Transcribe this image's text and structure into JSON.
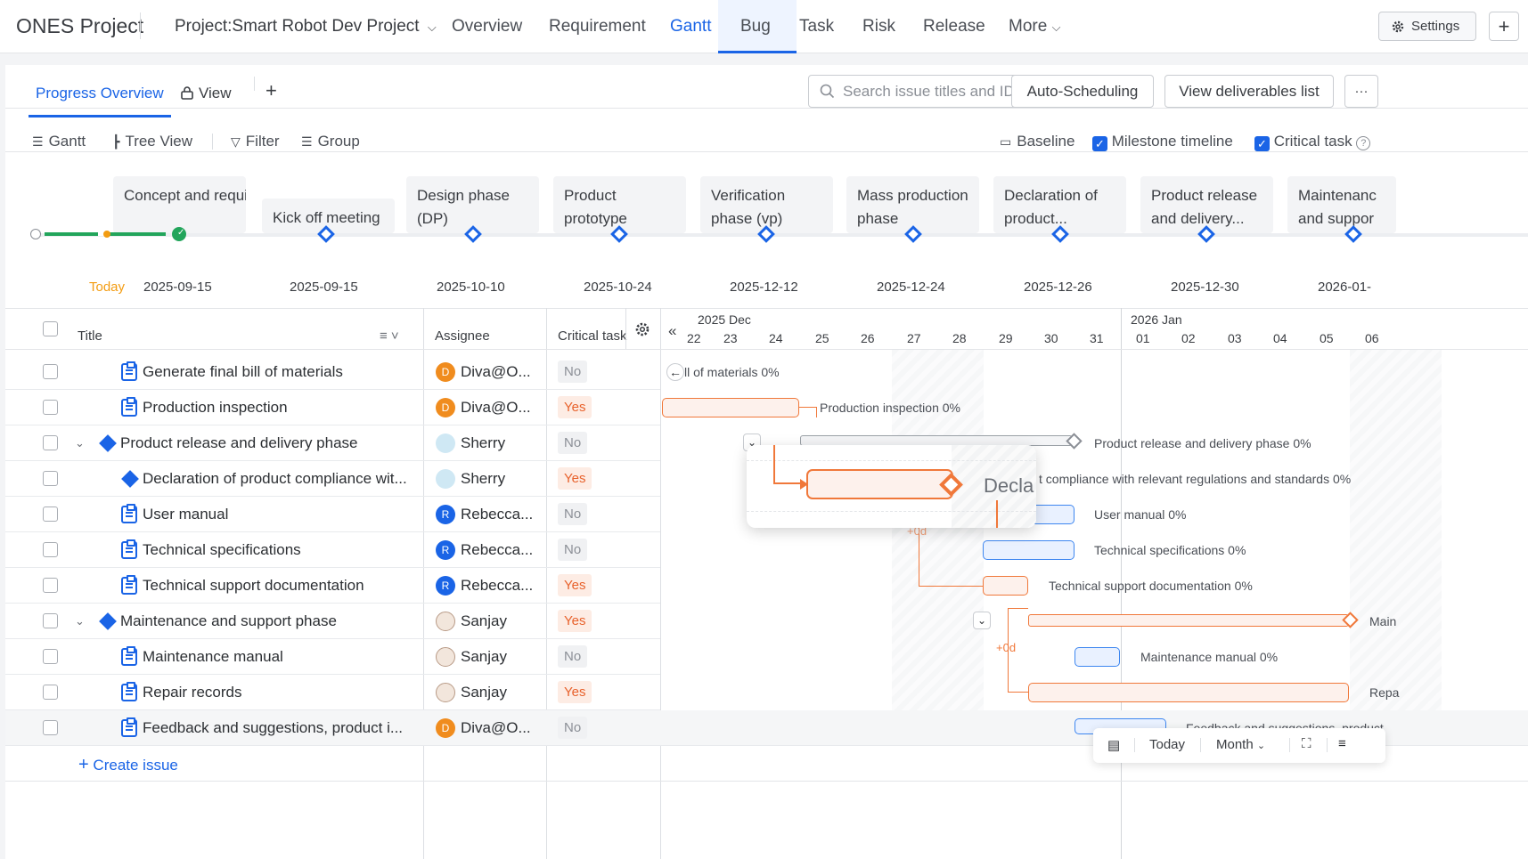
{
  "app": {
    "name": "ONES Project",
    "project": "Project:Smart Robot Dev Project"
  },
  "nav": {
    "tabs": [
      "Overview",
      "Requirement",
      "Gantt",
      "Bug",
      "Task",
      "Risk",
      "Release"
    ],
    "more": "More",
    "settings": "Settings",
    "add": "+"
  },
  "subtabs": {
    "progress": "Progress Overview",
    "view": "View",
    "add": "+"
  },
  "search": {
    "placeholder": "Search issue titles and IDs"
  },
  "actions": {
    "auto": "Auto-Scheduling",
    "deliverables": "View deliverables list",
    "more": "···"
  },
  "toolbar": {
    "gantt": "Gantt",
    "tree": "Tree View",
    "filter": "Filter",
    "group": "Group",
    "baseline": "Baseline",
    "milestone": "Milestone timeline",
    "critical": "Critical task",
    "help": "?"
  },
  "milestones": [
    {
      "title": "Concept and requirements...",
      "date": "2025-09-15"
    },
    {
      "title": "Kick off meeting",
      "date": "2025-09-15"
    },
    {
      "title": "Design phase (DP)",
      "date": "2025-10-10"
    },
    {
      "title": "Product prototype phas...",
      "date": "2025-10-24"
    },
    {
      "title": "Verification phase (vp)",
      "date": "2025-12-12"
    },
    {
      "title": "Mass production phase",
      "date": "2025-12-24"
    },
    {
      "title": "Declaration of product...",
      "date": "2025-12-26"
    },
    {
      "title": "Product release and delivery...",
      "date": "2025-12-30"
    },
    {
      "title": "Maintenanc and suppor",
      "date": "2026-01-"
    }
  ],
  "today_label": "Today",
  "table": {
    "headers": {
      "title": "Title",
      "assignee": "Assignee",
      "critical": "Critical task"
    },
    "rows": [
      {
        "title": "Generate final bill of materials",
        "assignee": "Diva@O...",
        "avatar": "D",
        "critical": "No"
      },
      {
        "title": "Production inspection",
        "assignee": "Diva@O...",
        "avatar": "D",
        "critical": "Yes"
      },
      {
        "title": "Product release and delivery phase",
        "assignee": "Sherry",
        "avatar": "",
        "critical": "No"
      },
      {
        "title": "Declaration of product compliance wit...",
        "assignee": "Sherry",
        "avatar": "",
        "critical": "Yes"
      },
      {
        "title": "User manual",
        "assignee": "Rebecca...",
        "avatar": "R",
        "critical": "No"
      },
      {
        "title": "Technical specifications",
        "assignee": "Rebecca...",
        "avatar": "R",
        "critical": "No"
      },
      {
        "title": "Technical support documentation",
        "assignee": "Rebecca...",
        "avatar": "R",
        "critical": "Yes"
      },
      {
        "title": "Maintenance and support phase",
        "assignee": "Sanjay",
        "avatar": "",
        "critical": "Yes"
      },
      {
        "title": "Maintenance manual",
        "assignee": "Sanjay",
        "avatar": "",
        "critical": "No"
      },
      {
        "title": "Repair records",
        "assignee": "Sanjay",
        "avatar": "",
        "critical": "Yes"
      },
      {
        "title": "Feedback and suggestions, product i...",
        "assignee": "Diva@O...",
        "avatar": "D",
        "critical": "No"
      }
    ],
    "create": "Create issue"
  },
  "gantt": {
    "month1": "2025 Dec",
    "month2": "2026 Jan",
    "days": [
      "22",
      "23",
      "24",
      "25",
      "26",
      "27",
      "28",
      "29",
      "30",
      "31",
      "01",
      "02",
      "03",
      "04",
      "05",
      "06"
    ],
    "labels": {
      "r0": "ll of materials   0%",
      "r1": "Production inspection   0%",
      "r2": "Product release and delivery phase   0%",
      "r3": "t compliance with relevant regulations and standards   0%",
      "r4": "User manual   0%",
      "r5": "Technical specifications   0%",
      "r6": "Technical support documentation   0%",
      "r7": "Main",
      "r8": "Maintenance manual   0%",
      "r9": "Repa",
      "r10": "Feedback and suggestions, product"
    },
    "lag": "+0d",
    "zoom_text": "Decla"
  },
  "bottombar": {
    "today": "Today",
    "scale": "Month"
  },
  "colors": {
    "accent": "#1a64e6",
    "critical": "#f0783a"
  }
}
